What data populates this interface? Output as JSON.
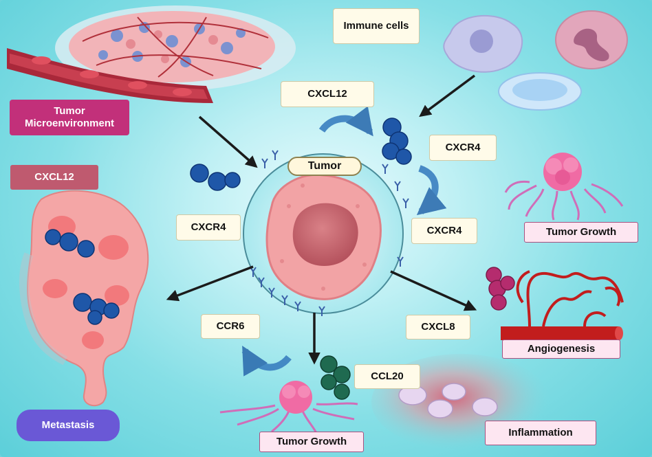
{
  "labels": {
    "immune_cells": "Immune cells",
    "tumor_microenvironment": "Tumor Microenvironment",
    "cxcl12_top": "CXCL12",
    "cxcr4_right_top": "CXCR4",
    "tumor": "Tumor",
    "cxcl12_left": "CXCL12",
    "cxcr4_left": "CXCR4",
    "cxcr4_right": "CXCR4",
    "tumor_growth_right": "Tumor Growth",
    "ccr6": "CCR6",
    "cxcl8": "CXCL8",
    "angiogenesis": "Angiogenesis",
    "ccl20": "CCL20",
    "metastasis": "Metastasis",
    "tumor_growth_bottom": "Tumor Growth",
    "inflammation": "Inflammation"
  },
  "colors": {
    "background": "#86dfe6",
    "tumor_cell": "#f2a3a5",
    "chemokine_blue": "#1f57a8",
    "chemokine_magenta": "#b52c6e",
    "chemokine_green": "#1f6a50",
    "arrow": "#1b1b1b",
    "curved_arrow": "#3a7fc0"
  }
}
